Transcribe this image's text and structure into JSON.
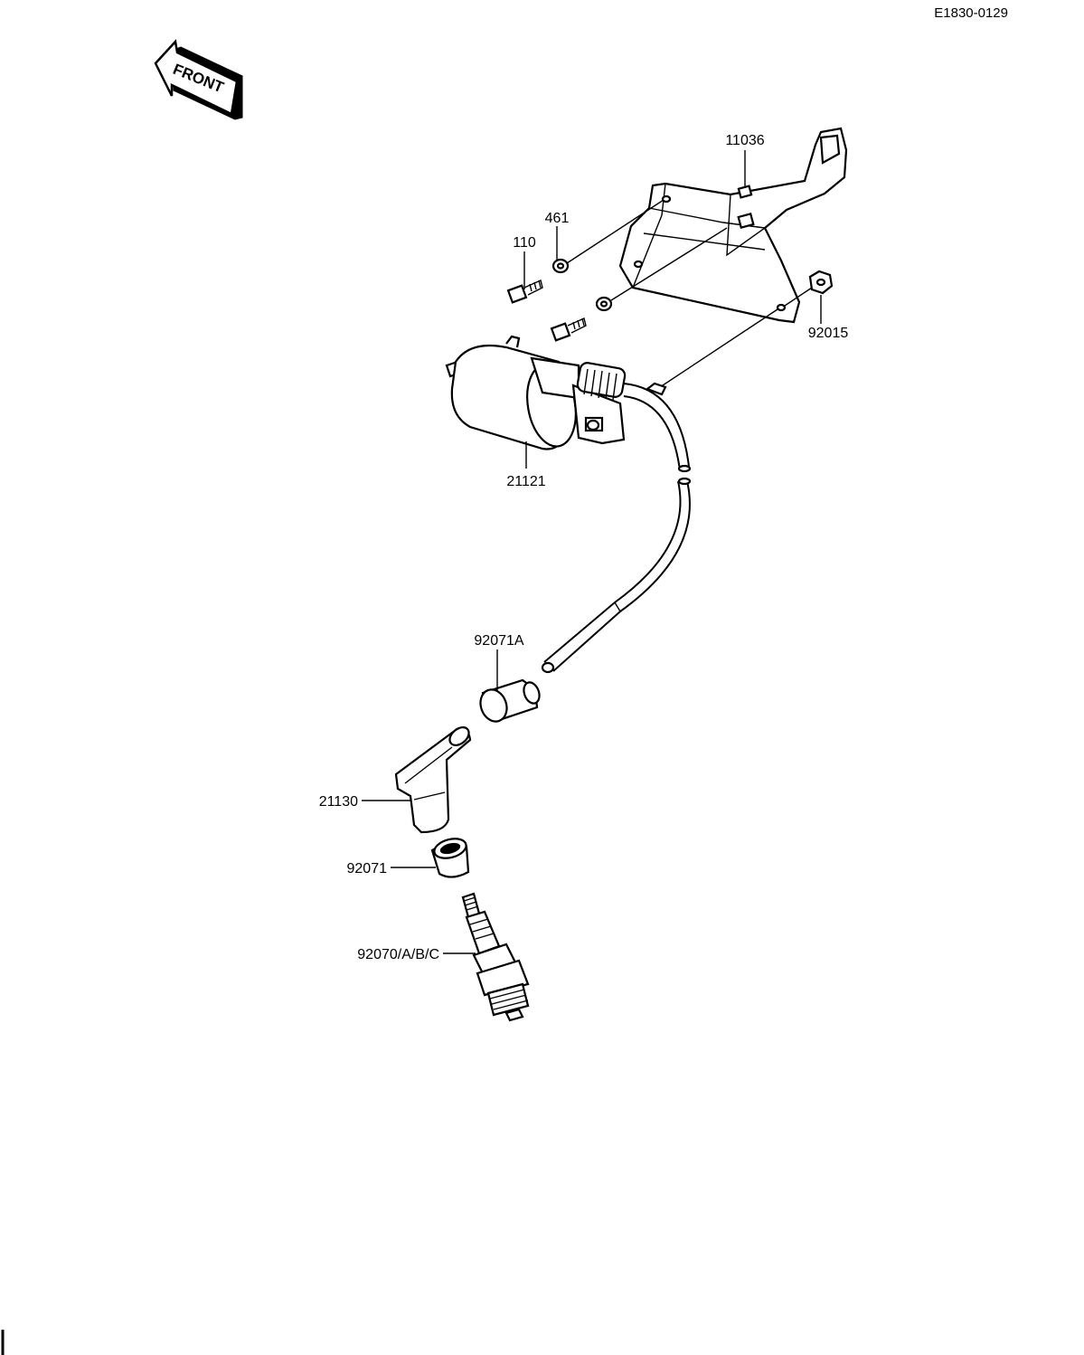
{
  "diagram_code": "E1830-0129",
  "front_label": "FRONT",
  "labels": {
    "bracket": "11036",
    "washer": "461",
    "bolt": "110",
    "nut": "92015",
    "coil": "21121",
    "cap_seal_a": "92071A",
    "plug_cap": "21130",
    "cap_seal": "92071",
    "spark_plug": "92070/A/B/C"
  }
}
